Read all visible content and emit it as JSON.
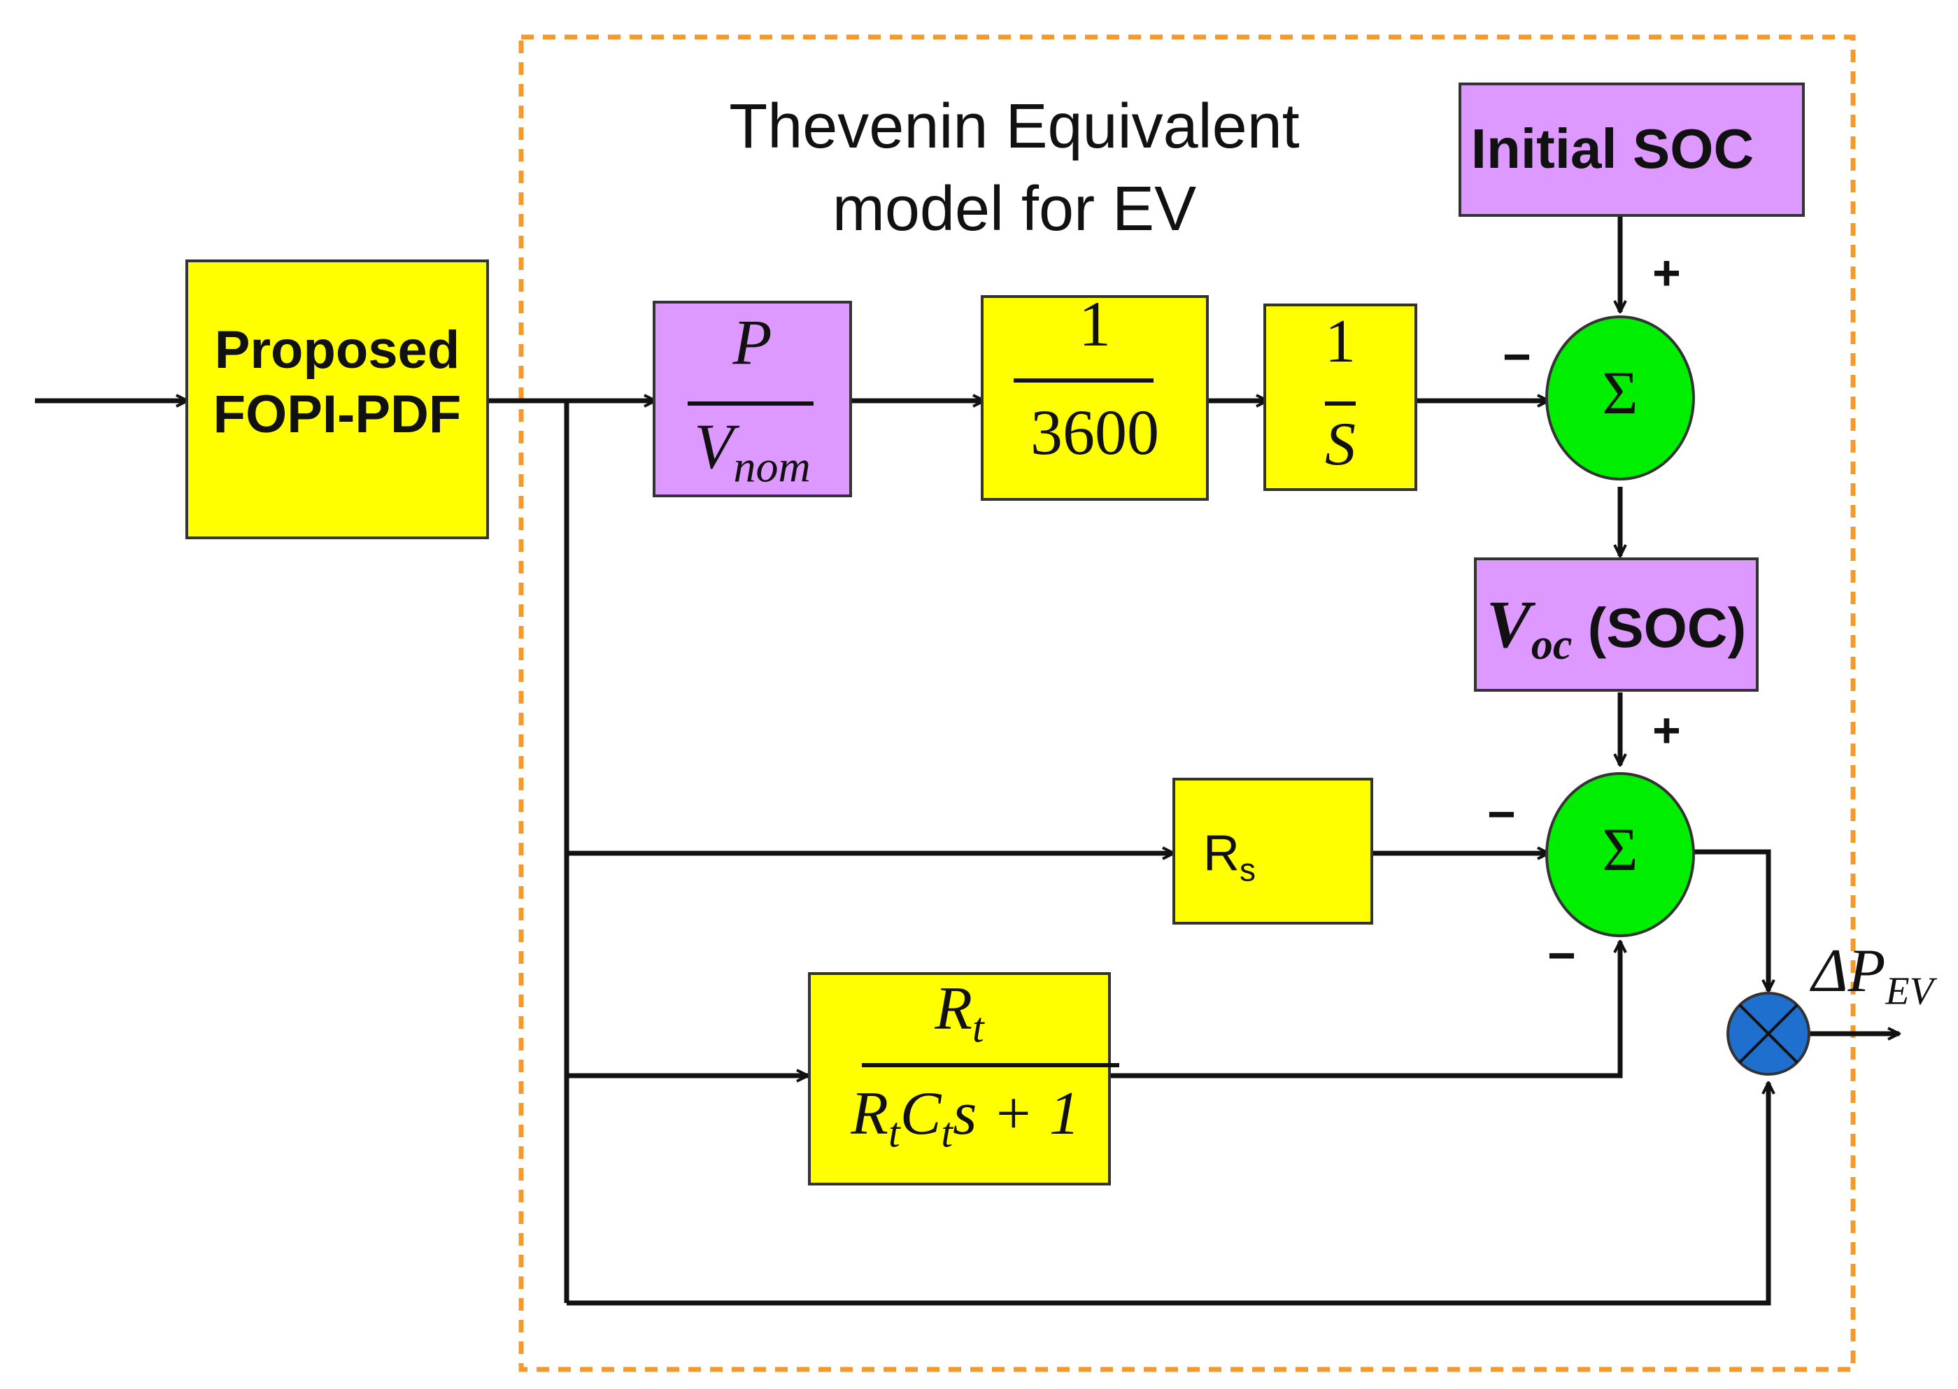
{
  "title": {
    "line1": "Thevenin Equivalent",
    "line2": "model for EV"
  },
  "blocks": {
    "controller": {
      "line1": "Proposed",
      "line2": "FOPI-PDF"
    },
    "gain_p_vnom": {
      "numerator": "P",
      "denominator_base": "V",
      "denominator_sub": "nom"
    },
    "gain_1_3600": {
      "numerator": "1",
      "denominator": "3600"
    },
    "integrator": {
      "numerator": "1",
      "denominator": "S"
    },
    "initial_soc": {
      "label": "Initial SOC"
    },
    "voc_soc": {
      "base": "V",
      "sub": "oc",
      "suffix": " (SOC)"
    },
    "rs": {
      "base": "R",
      "sub": "s"
    },
    "rc_block": {
      "num_base": "R",
      "num_sub": "t",
      "den_r": "R",
      "den_r_sub": "t",
      "den_c": "C",
      "den_c_sub": "t",
      "den_tail": "s + 1"
    }
  },
  "summing_junctions": {
    "top": {
      "symbol": "Σ",
      "sign_top": "+",
      "sign_left": "−"
    },
    "bottom": {
      "symbol": "Σ",
      "sign_top": "+",
      "sign_left": "−",
      "sign_bottom": "−"
    }
  },
  "output": {
    "base": "ΔP",
    "sub": "EV"
  },
  "colors": {
    "block_yellow": "#ffff00",
    "block_violet": "#dd99ff",
    "sum_green": "#00ee00",
    "multiplier_blue": "#1f6fcf",
    "dashed_border_orange": "#f39a2a",
    "wire": "#111111"
  }
}
